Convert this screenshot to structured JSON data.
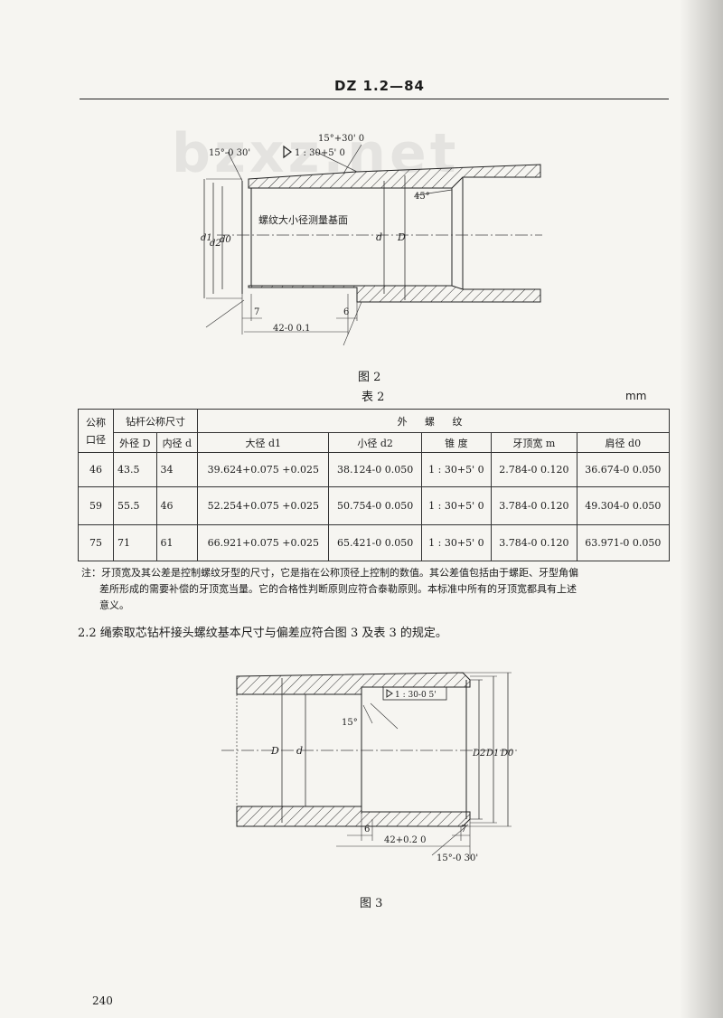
{
  "header": "DZ 1.2—84",
  "watermark": "bzxz.net",
  "figure2": {
    "caption": "图 2",
    "labels": {
      "angle_left": "15°-0 30'",
      "taper": "1 : 30+5' 0",
      "angle_right": "15°+30' 0",
      "chamfer": "45°",
      "plane": "螺纹大小径测量基面",
      "d1": "d1",
      "d2": "d2",
      "d0": "d0",
      "d": "d",
      "D": "D",
      "len7": "7",
      "len6": "6",
      "len42": "42-0 0.1"
    }
  },
  "table2": {
    "title": "表 2",
    "unit": "mm",
    "header": {
      "col_group_nominal": "公称口径",
      "col_group_rod": "钻杆公称尺寸",
      "col_group_thread": "外 螺 纹",
      "od": "外径 D",
      "id": "内径 d",
      "major": "大径 d1",
      "minor": "小径 d2",
      "taper": "锥 度",
      "crest": "牙顶宽 m",
      "shoulder": "肩径 d0"
    },
    "rows": [
      {
        "nominal": "46",
        "od": "43.5",
        "id": "34",
        "major": "39.624+0.075 +0.025",
        "minor": "38.124-0 0.050",
        "taper": "1 : 30+5' 0",
        "crest": "2.784-0 0.120",
        "shoulder": "36.674-0 0.050"
      },
      {
        "nominal": "59",
        "od": "55.5",
        "id": "46",
        "major": "52.254+0.075 +0.025",
        "minor": "50.754-0 0.050",
        "taper": "1 : 30+5' 0",
        "crest": "3.784-0 0.120",
        "shoulder": "49.304-0 0.050"
      },
      {
        "nominal": "75",
        "od": "71",
        "id": "61",
        "major": "66.921+0.075 +0.025",
        "minor": "65.421-0 0.050",
        "taper": "1 : 30+5' 0",
        "crest": "3.784-0 0.120",
        "shoulder": "63.971-0 0.050"
      }
    ]
  },
  "note": {
    "line1": "注：牙顶宽及其公差是控制螺纹牙型的尺寸，它是指在公称顶径上控制的数值。其公差值包括由于螺距、牙型角偏",
    "line2": "差所形成的需要补偿的牙顶宽当量。它的合格性判断原则应符合泰勒原则。本标准中所有的牙顶宽都具有上述",
    "line3": "意义。"
  },
  "section_2_2": "2.2 绳索取芯钻杆接头螺纹基本尺寸与偏差应符合图 3 及表 3 的规定。",
  "figure3": {
    "caption": "图 3",
    "labels": {
      "taper": "1 : 30-0 5'",
      "angle15": "15°",
      "D": "D",
      "d": "d",
      "D2": "D2",
      "D1": "D1",
      "D0": "D0",
      "len6": "6",
      "len7": "7",
      "len42": "42+0.2 0",
      "angle_bottom": "15°-0 30'"
    }
  },
  "page_number": "240"
}
